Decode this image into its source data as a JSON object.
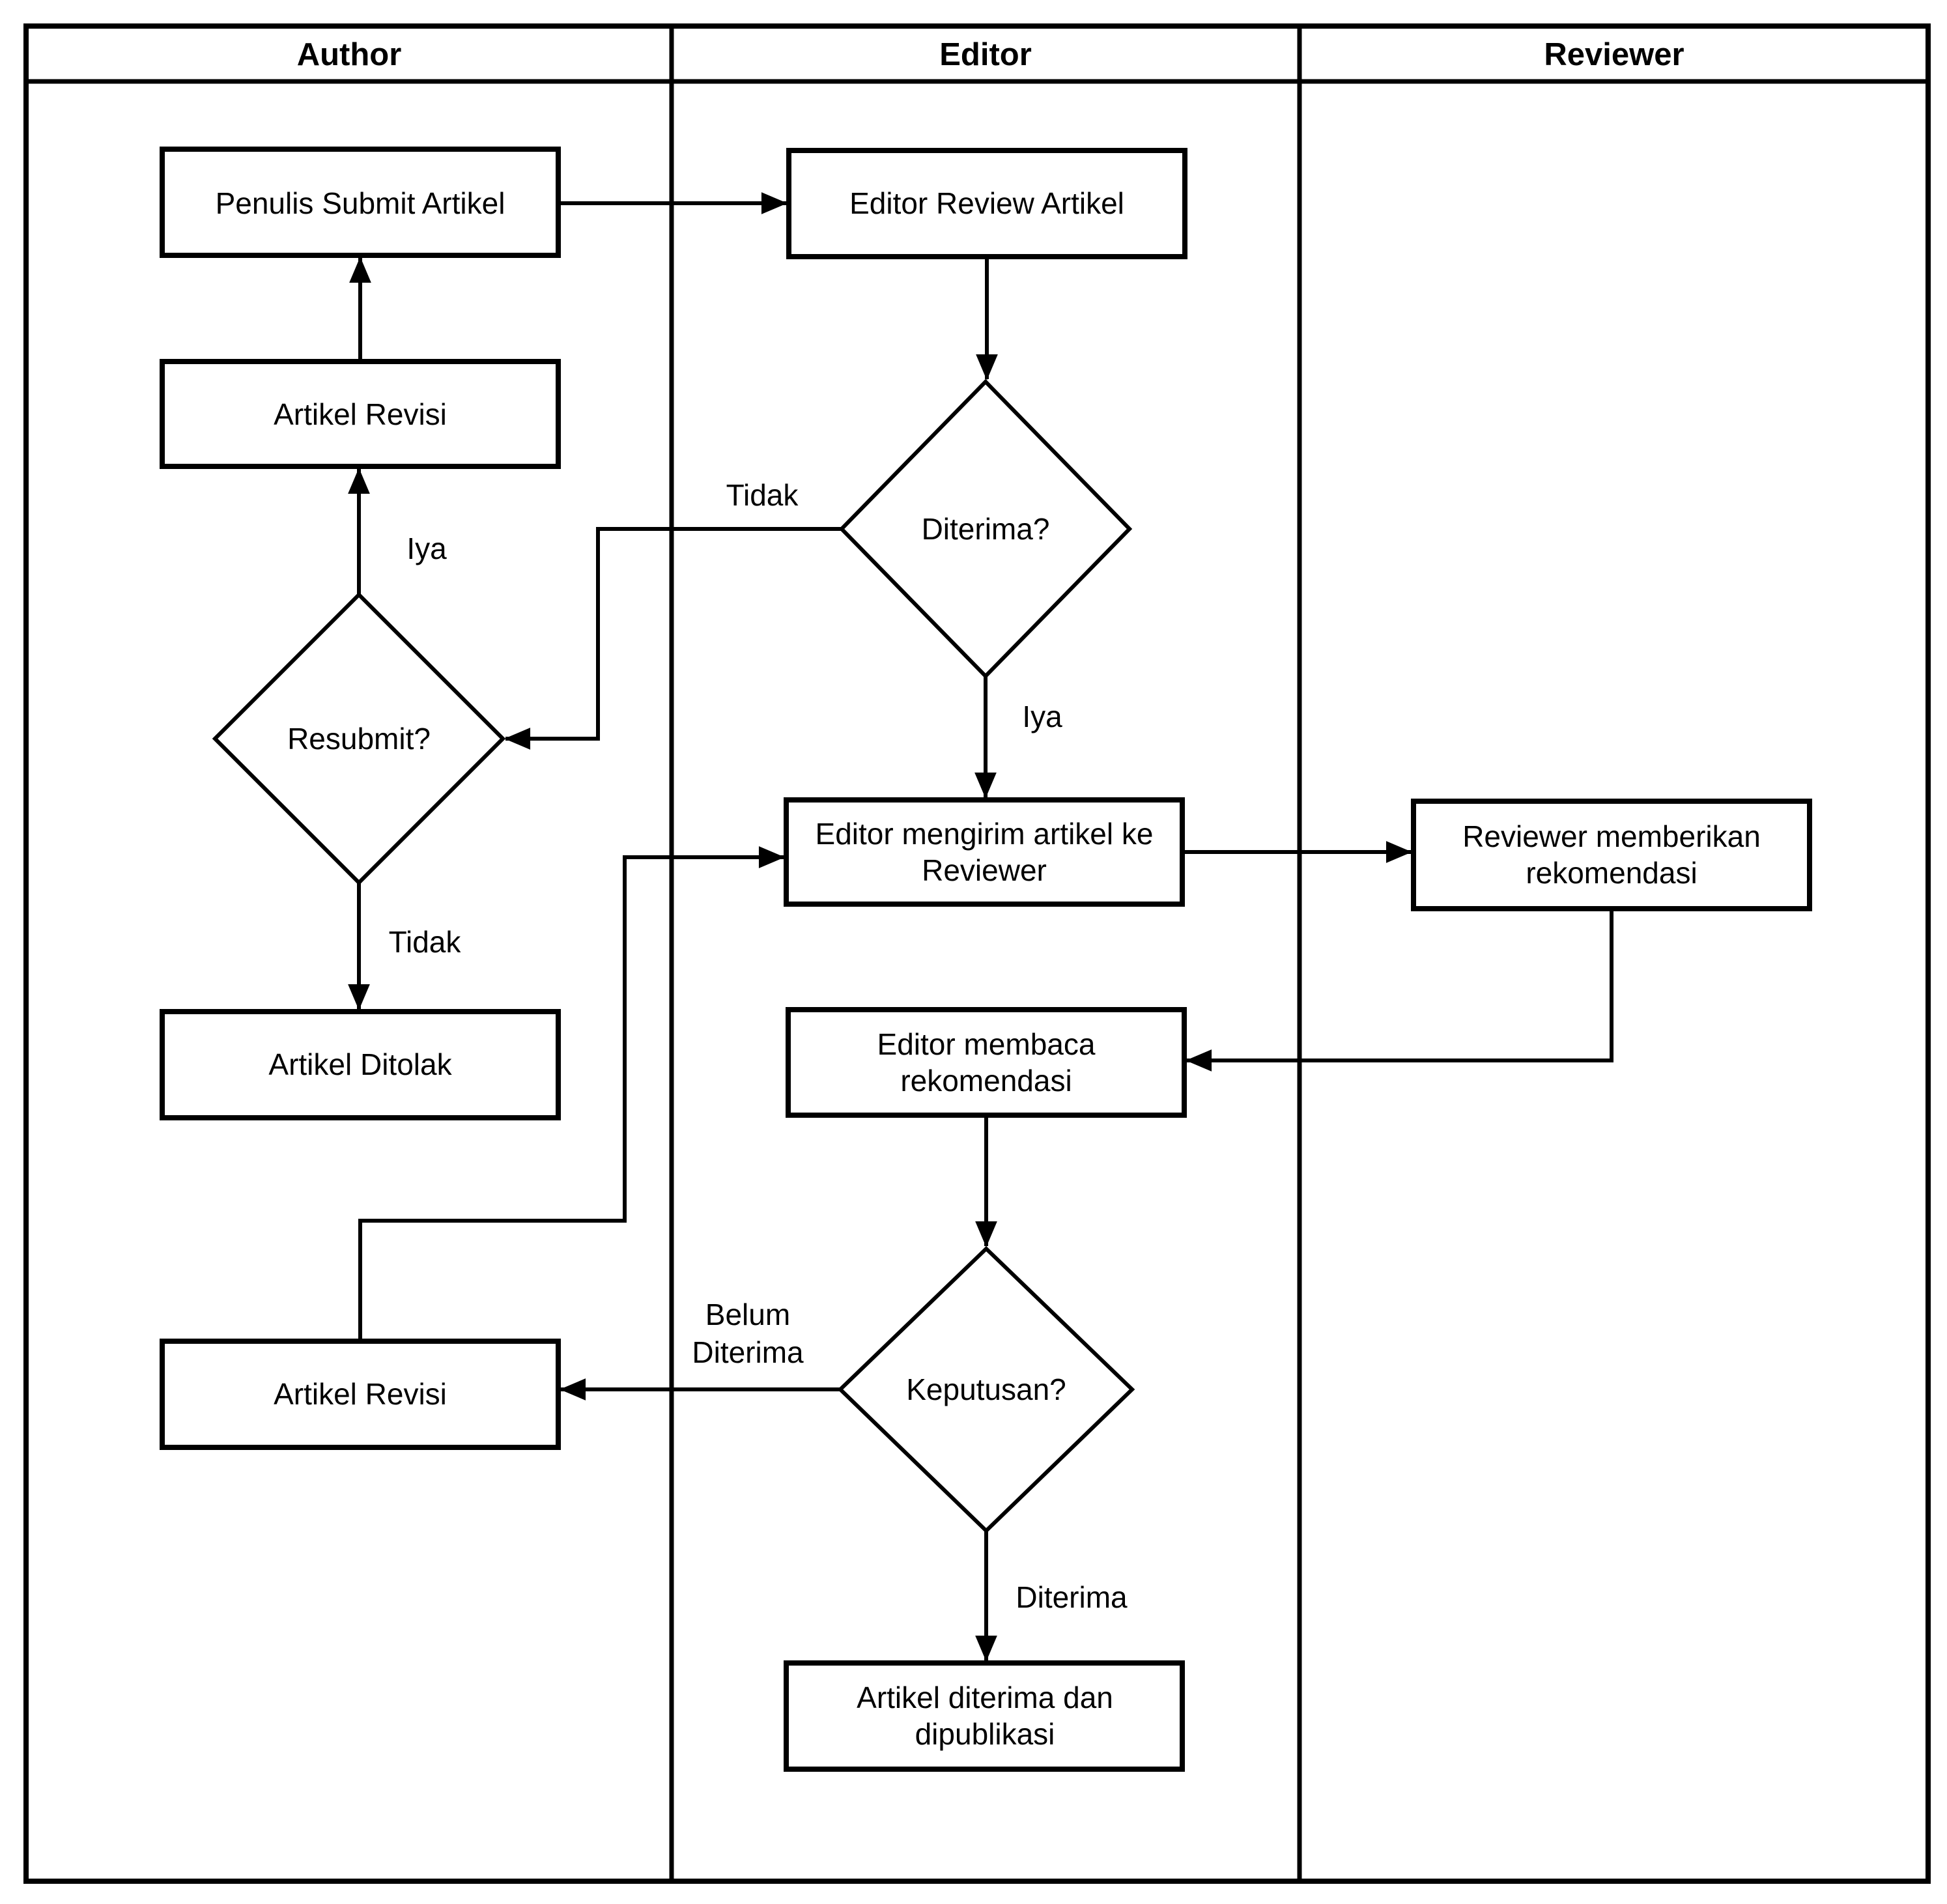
{
  "diagram": {
    "kind": "swimlane-flowchart",
    "colors": {
      "stroke": "#000000",
      "shape_fill": "#ffffff",
      "background": "#ffffff",
      "text": "#000000"
    }
  },
  "lanes": [
    {
      "label": "Author"
    },
    {
      "label": "Editor"
    },
    {
      "label": "Reviewer"
    }
  ],
  "nodes": {
    "penulis_submit": {
      "lines": [
        "Penulis Submit Artikel"
      ]
    },
    "artikel_revisi_top": {
      "lines": [
        "Artikel Revisi"
      ]
    },
    "resubmit": {
      "lines": [
        "Resubmit?"
      ]
    },
    "artikel_ditolak": {
      "lines": [
        "Artikel Ditolak"
      ]
    },
    "artikel_revisi_bottom": {
      "lines": [
        "Artikel Revisi"
      ]
    },
    "editor_review": {
      "lines": [
        "Editor Review Artikel"
      ]
    },
    "diterima": {
      "lines": [
        "Diterima?"
      ]
    },
    "editor_mengirim": {
      "lines": [
        "Editor mengirim artikel ke",
        "Reviewer"
      ]
    },
    "editor_membaca": {
      "lines": [
        "Editor membaca",
        "rekomendasi"
      ]
    },
    "keputusan": {
      "lines": [
        "Keputusan?"
      ]
    },
    "artikel_diterima": {
      "lines": [
        "Artikel diterima dan",
        "dipublikasi"
      ]
    },
    "reviewer_memberikan": {
      "lines": [
        "Reviewer memberikan",
        "rekomendasi"
      ]
    }
  },
  "edge_labels": {
    "resubmit_iya": "Iya",
    "resubmit_tidak": "Tidak",
    "diterima_tidak": "Tidak",
    "diterima_iya": "Iya",
    "keputusan_belum_line1": "Belum",
    "keputusan_belum_line2": "Diterima",
    "keputusan_diterima": "Diterima"
  }
}
